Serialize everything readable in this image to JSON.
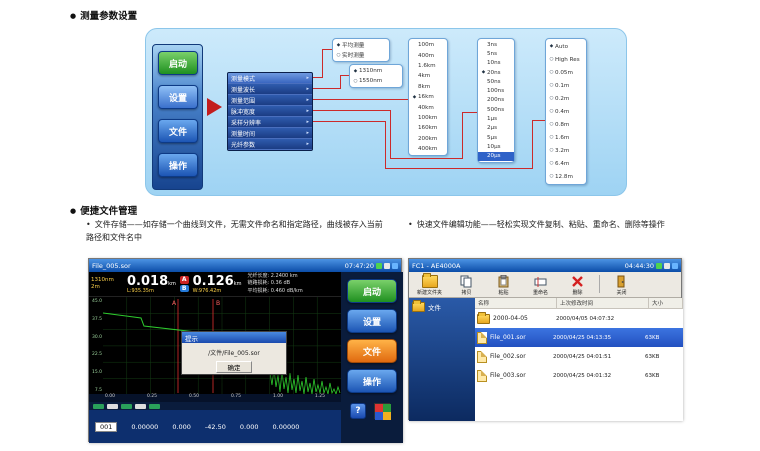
{
  "ui": {
    "bullet": "●",
    "sub_bullet": "•",
    "diamond": "◆",
    "radio": "○",
    "menu_arrow": "▸",
    "help": "?"
  },
  "section1": {
    "title": "测量参数设置",
    "device_buttons": [
      "启动",
      "设置",
      "文件",
      "操作"
    ],
    "menu_items": [
      "测量模式",
      "测量波长",
      "测量范围",
      "脉冲宽度",
      "采样分辨率",
      "测量时间",
      "光纤参数"
    ],
    "mode_options": [
      "平均测量",
      "实时测量"
    ],
    "wavelength_options": [
      "1310nm",
      "1550nm"
    ],
    "range_options": [
      "100m",
      "400m",
      "1.6km",
      "4km",
      "8km",
      "16km",
      "40km",
      "100km",
      "160km",
      "200km",
      "400km"
    ],
    "pulse_options": [
      "3ns",
      "5ns",
      "10ns",
      "20ns",
      "50ns",
      "100ns",
      "200ns",
      "500ns",
      "1μs",
      "2μs",
      "5μs",
      "10μs",
      "20μs"
    ],
    "res_options": [
      "Auto",
      "High Res",
      "0.05m",
      "0.1m",
      "0.2m",
      "0.4m",
      "0.8m",
      "1.6m",
      "3.2m",
      "6.4m",
      "12.8m"
    ]
  },
  "section2": {
    "title": "便捷文件管理",
    "left_note": "文件存储——如存储一个曲线到文件，无需文件命名和指定路径，曲线被存入当前路径和文件名中",
    "right_note": "快速文件编辑功能——轻松实现文件复制、粘贴、重命名、删除等操作"
  },
  "otdr": {
    "title": "File_005.sor",
    "time": "07:47:20",
    "wavelength": "1310nm",
    "pulse": "2m",
    "marker_a_label": "A",
    "marker_a_value": "0.018",
    "marker_a_unit": "km",
    "marker_a_pos": "L:935.35m",
    "marker_b_label": "B",
    "marker_b_value": "0.126",
    "marker_b_unit": "km",
    "marker_b_pos": "W:976.42m",
    "info_lines": [
      "光纤长度: 2.2400 km",
      "链路损耗: 0.36 dB",
      "平均损耗: 0.460 dB/km"
    ],
    "y_ticks": [
      "45.0",
      "37.5",
      "30.0",
      "22.5",
      "15.0",
      "7.5"
    ],
    "x_ticks": [
      "0.00",
      "0.25",
      "0.50",
      "0.75",
      "1.00",
      "1.25"
    ],
    "dialog": {
      "title": "提示",
      "message": "/文件/File_005.sor",
      "ok_label": "确定"
    },
    "buttons": [
      "启动",
      "设置",
      "文件",
      "操作"
    ],
    "event_index": "001",
    "event_values": [
      "0.00000",
      "0.000",
      "-42.50",
      "0.000",
      "0.00000"
    ]
  },
  "filemgr": {
    "title": "FC1 - AE4000A",
    "time": "04:44:30",
    "toolbar": [
      "新建文件夹",
      "拷贝",
      "粘贴",
      "重命名",
      "删除",
      "关闭"
    ],
    "columns": [
      "名称",
      "上次修改时间",
      "大小"
    ],
    "tree_root": "文件",
    "rows": [
      {
        "name": "2000-04-05",
        "modified": "2000/04/05 04:07:32",
        "size": ""
      },
      {
        "name": "File_001.sor",
        "modified": "2000/04/25 04:13:35",
        "size": "63KB"
      },
      {
        "name": "File_002.sor",
        "modified": "2000/04/25 04:01:51",
        "size": "63KB"
      },
      {
        "name": "File_003.sor",
        "modified": "2000/04/25 04:01:32",
        "size": "63KB"
      }
    ]
  }
}
